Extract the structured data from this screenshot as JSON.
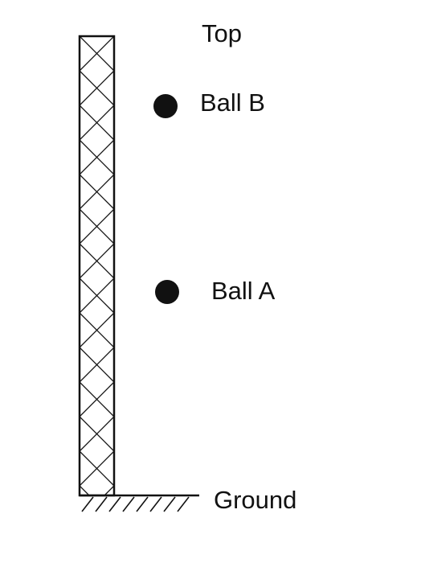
{
  "labels": {
    "top": "Top",
    "ball_b": "Ball B",
    "ball_a": "Ball A",
    "ground": "Ground"
  },
  "colors": {
    "ink": "#111111",
    "background": "#ffffff"
  }
}
